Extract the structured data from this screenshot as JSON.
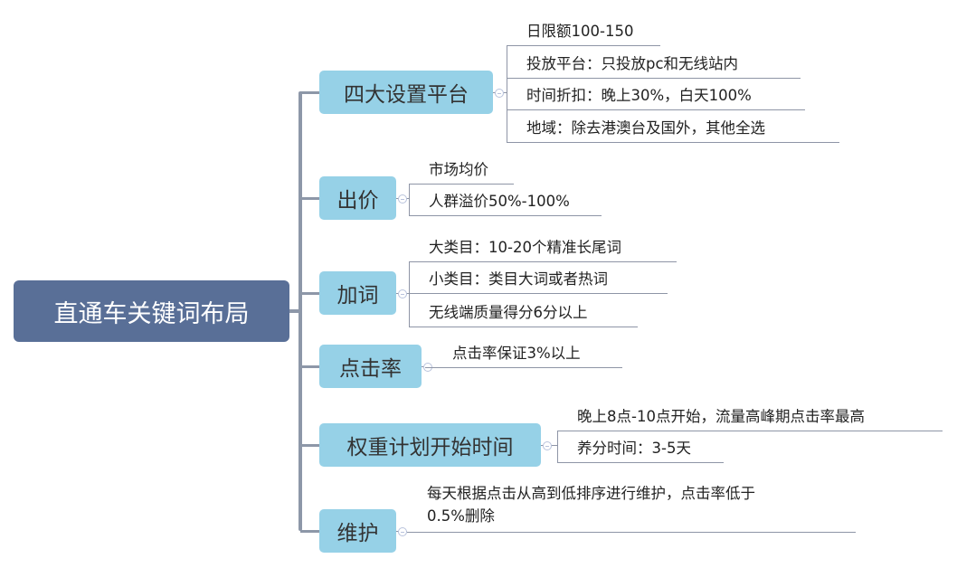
{
  "root": {
    "label": "直通车关键词布局"
  },
  "branches": [
    {
      "label": "四大设置平台",
      "leaves": [
        "日限额100-150",
        "投放平台：只投放pc和无线站内",
        "时间折扣：晚上30%，白天100%",
        "地域：除去港澳台及国外，其他全选"
      ]
    },
    {
      "label": "出价",
      "leaves": [
        "市场均价",
        "人群溢价50%-100%"
      ]
    },
    {
      "label": "加词",
      "leaves": [
        "大类目：10-20个精准长尾词",
        "小类目：类目大词或者热词",
        "无线端质量得分6分以上"
      ]
    },
    {
      "label": "点击率",
      "leaves": [
        "点击率保证3%以上"
      ]
    },
    {
      "label": "权重计划开始时间",
      "leaves": [
        "晚上8点-10点开始，流量高峰期点击率最高",
        "养分时间：3-5天"
      ]
    },
    {
      "label": "维护",
      "leaves": [
        "每天根据点击从高到低排序进行维护，点击率低于",
        "0.5%删除"
      ]
    }
  ]
}
